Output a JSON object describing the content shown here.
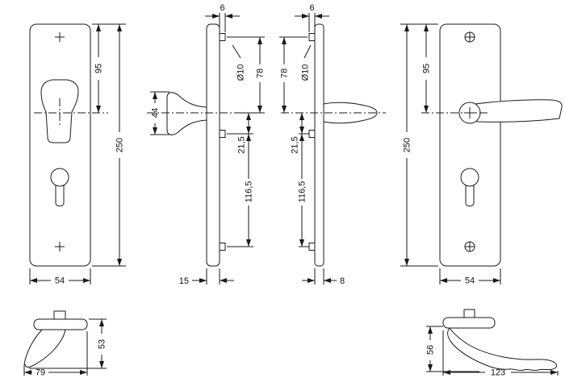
{
  "colors": {
    "line": "#1a1a1a",
    "background": "#ffffff"
  },
  "views": {
    "front_plate_knob": {
      "top_to_handle": "95",
      "total_height": "250",
      "width": "54"
    },
    "side_left": {
      "nib": "6",
      "hole_dia": "Ø10",
      "top_to_handle": "78",
      "handle_to_mid": "21,5",
      "mid_to_bottom": "116,5",
      "grip_height": "44",
      "depth": "15"
    },
    "side_right": {
      "nib": "6",
      "top_to_handle": "78",
      "hole_dia": "Ø10",
      "handle_to_mid": "21,5",
      "mid_to_bottom": "116,5",
      "depth": "8"
    },
    "front_plate_lever": {
      "top_to_handle": "95",
      "total_height": "250",
      "width": "54"
    },
    "detail_knob": {
      "height": "53",
      "length": "79"
    },
    "detail_lever": {
      "height": "56",
      "length": "123"
    }
  }
}
